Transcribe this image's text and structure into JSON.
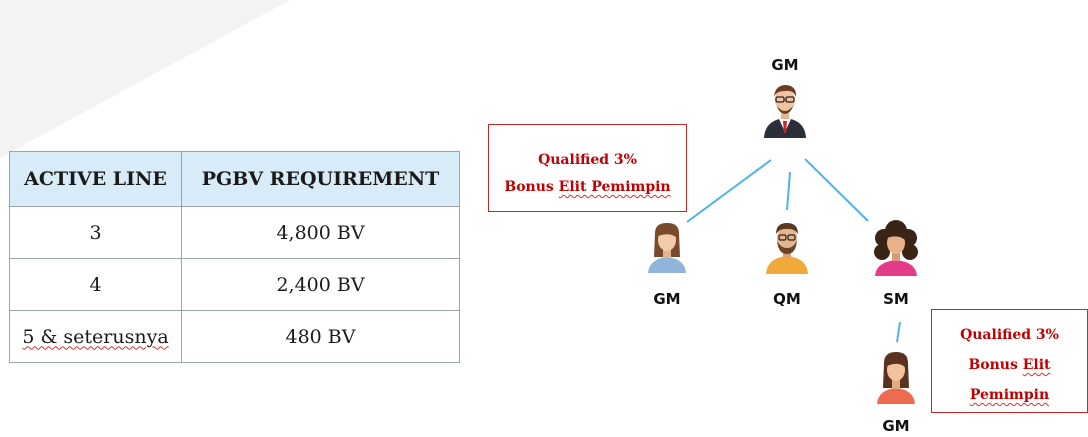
{
  "table": {
    "headers": [
      "ACTIVE LINE",
      "PGBV REQUIREMENT"
    ],
    "rows": [
      {
        "active_line": "3",
        "requirement": "4,800 BV"
      },
      {
        "active_line": "4",
        "requirement": "2,400 BV"
      },
      {
        "active_line": "5 & seterusnya",
        "requirement": "480 BV"
      }
    ],
    "header_bg": "#d7ecf8",
    "border_color": "#9aa4ad"
  },
  "diagram": {
    "nodes": {
      "top": {
        "label": "GM",
        "icon": "businessman-icon"
      },
      "left": {
        "label": "GM",
        "icon": "woman-icon"
      },
      "middle": {
        "label": "QM",
        "icon": "bearded-man-icon"
      },
      "right": {
        "label": "SM",
        "icon": "curly-hair-woman-icon"
      },
      "bottom": {
        "label": "GM",
        "icon": "woman-icon"
      }
    },
    "callouts": {
      "first": {
        "line1": "Qualified 3%",
        "line2": "Bonus",
        "line3": "Elit Pemimpin"
      },
      "second": {
        "line1": "Qualified 3%",
        "line2": "Bonus",
        "line3": "Elit",
        "line4": "Pemimpin"
      }
    },
    "connector_color": "#4fb3e6",
    "callout_color": "#c00000"
  }
}
